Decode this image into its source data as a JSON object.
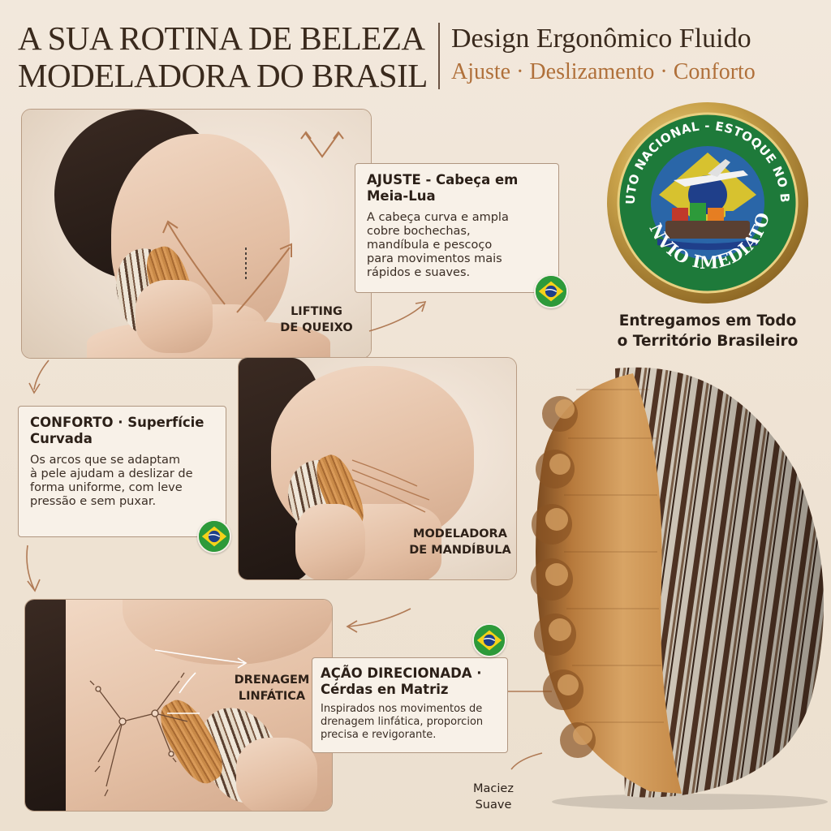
{
  "header": {
    "title_line1": "A SUA ROTINA DE BELEZA",
    "title_line2": "MODELADORA DO BRASIL",
    "right_title": "Design Ergonômico Fluido",
    "right_subtitle": "Ajuste · Deslizamento · Conforto"
  },
  "seal": {
    "top_text": "PRODUTO NACIONAL - ESTOQUE NO BRASIL",
    "bottom_text": "ENVIO IMEDIATO",
    "caption_line1": "Entregamos em Todo",
    "caption_line2": "o Território Brasileiro"
  },
  "cards": {
    "ajuste": {
      "title_line1": "AJUSTE - Cabeça em",
      "title_line2": "Meia-Lua",
      "body_line1": "A cabeça curva e ampla",
      "body_line2": "cobre bochechas,",
      "body_line3": "mandíbula  e pescoço",
      "body_line4": "para movimentos mais",
      "body_line5": "rápidos e suaves."
    },
    "conforto": {
      "title_line1": "CONFORTO · Superfície",
      "title_line2": "Curvada",
      "body_line1": "Os arcos que se adaptam",
      "body_line2": "à pele ajudam a deslizar de",
      "body_line3": "forma uniforme, com leve",
      "body_line4": "pressão e sem puxar."
    },
    "acao": {
      "title_line1": "AÇÃO DIRECIONADA ·",
      "title_line2": "Cérdas en Matriz",
      "body_line1": "Inspirados nos movimentos de",
      "body_line2": "drenagem linfática, proporcion",
      "body_line3": "precisa e revigorante."
    }
  },
  "labels": {
    "lifting_line1": "LIFTING",
    "lifting_line2": "DE QUEIXO",
    "modeladora_line1": "MODELADORA",
    "modeladora_line2": "DE MANDÍBULA",
    "drenagem_line1": "DRENAGEM",
    "drenagem_line2": "LINFÁTICA",
    "maciez_line1": "Maciez",
    "maciez_line2": "Suave"
  },
  "colors": {
    "background": "#efe3d4",
    "accent": "#b0703a",
    "text": "#3a2a1d",
    "flag_green": "#2d9a3a",
    "flag_yellow": "#f6d21a",
    "flag_blue": "#1f3f8a",
    "seal_gold": "#c9a24a"
  }
}
